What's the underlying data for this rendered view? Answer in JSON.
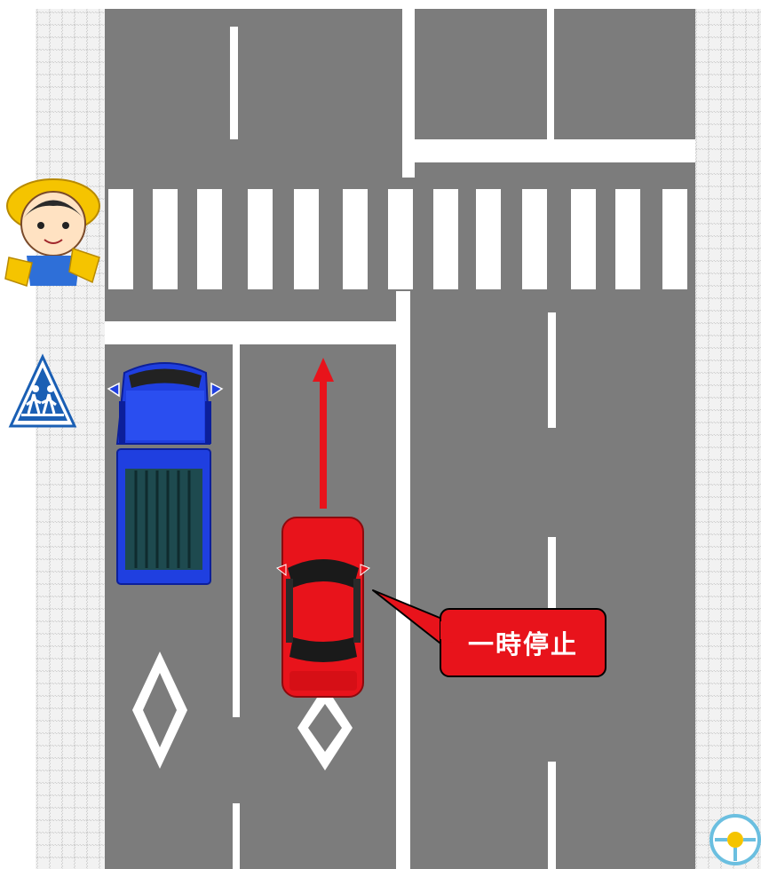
{
  "callout": {
    "text": "一時停止"
  },
  "sign": {
    "type": "pedestrian-crossing-sign",
    "color": "#1a5fb4"
  },
  "vehicles": {
    "stopped_car": {
      "color": "#e8131b",
      "movement": "straight-ahead"
    },
    "parked_truck": {
      "color": "#1f3fe0"
    }
  },
  "markings": {
    "diamond": "crosswalk-ahead"
  },
  "colors": {
    "road": "#7c7c7c",
    "marking": "#ffffff",
    "sidewalk": "#f0f0f0",
    "arrow": "#e8131b"
  }
}
